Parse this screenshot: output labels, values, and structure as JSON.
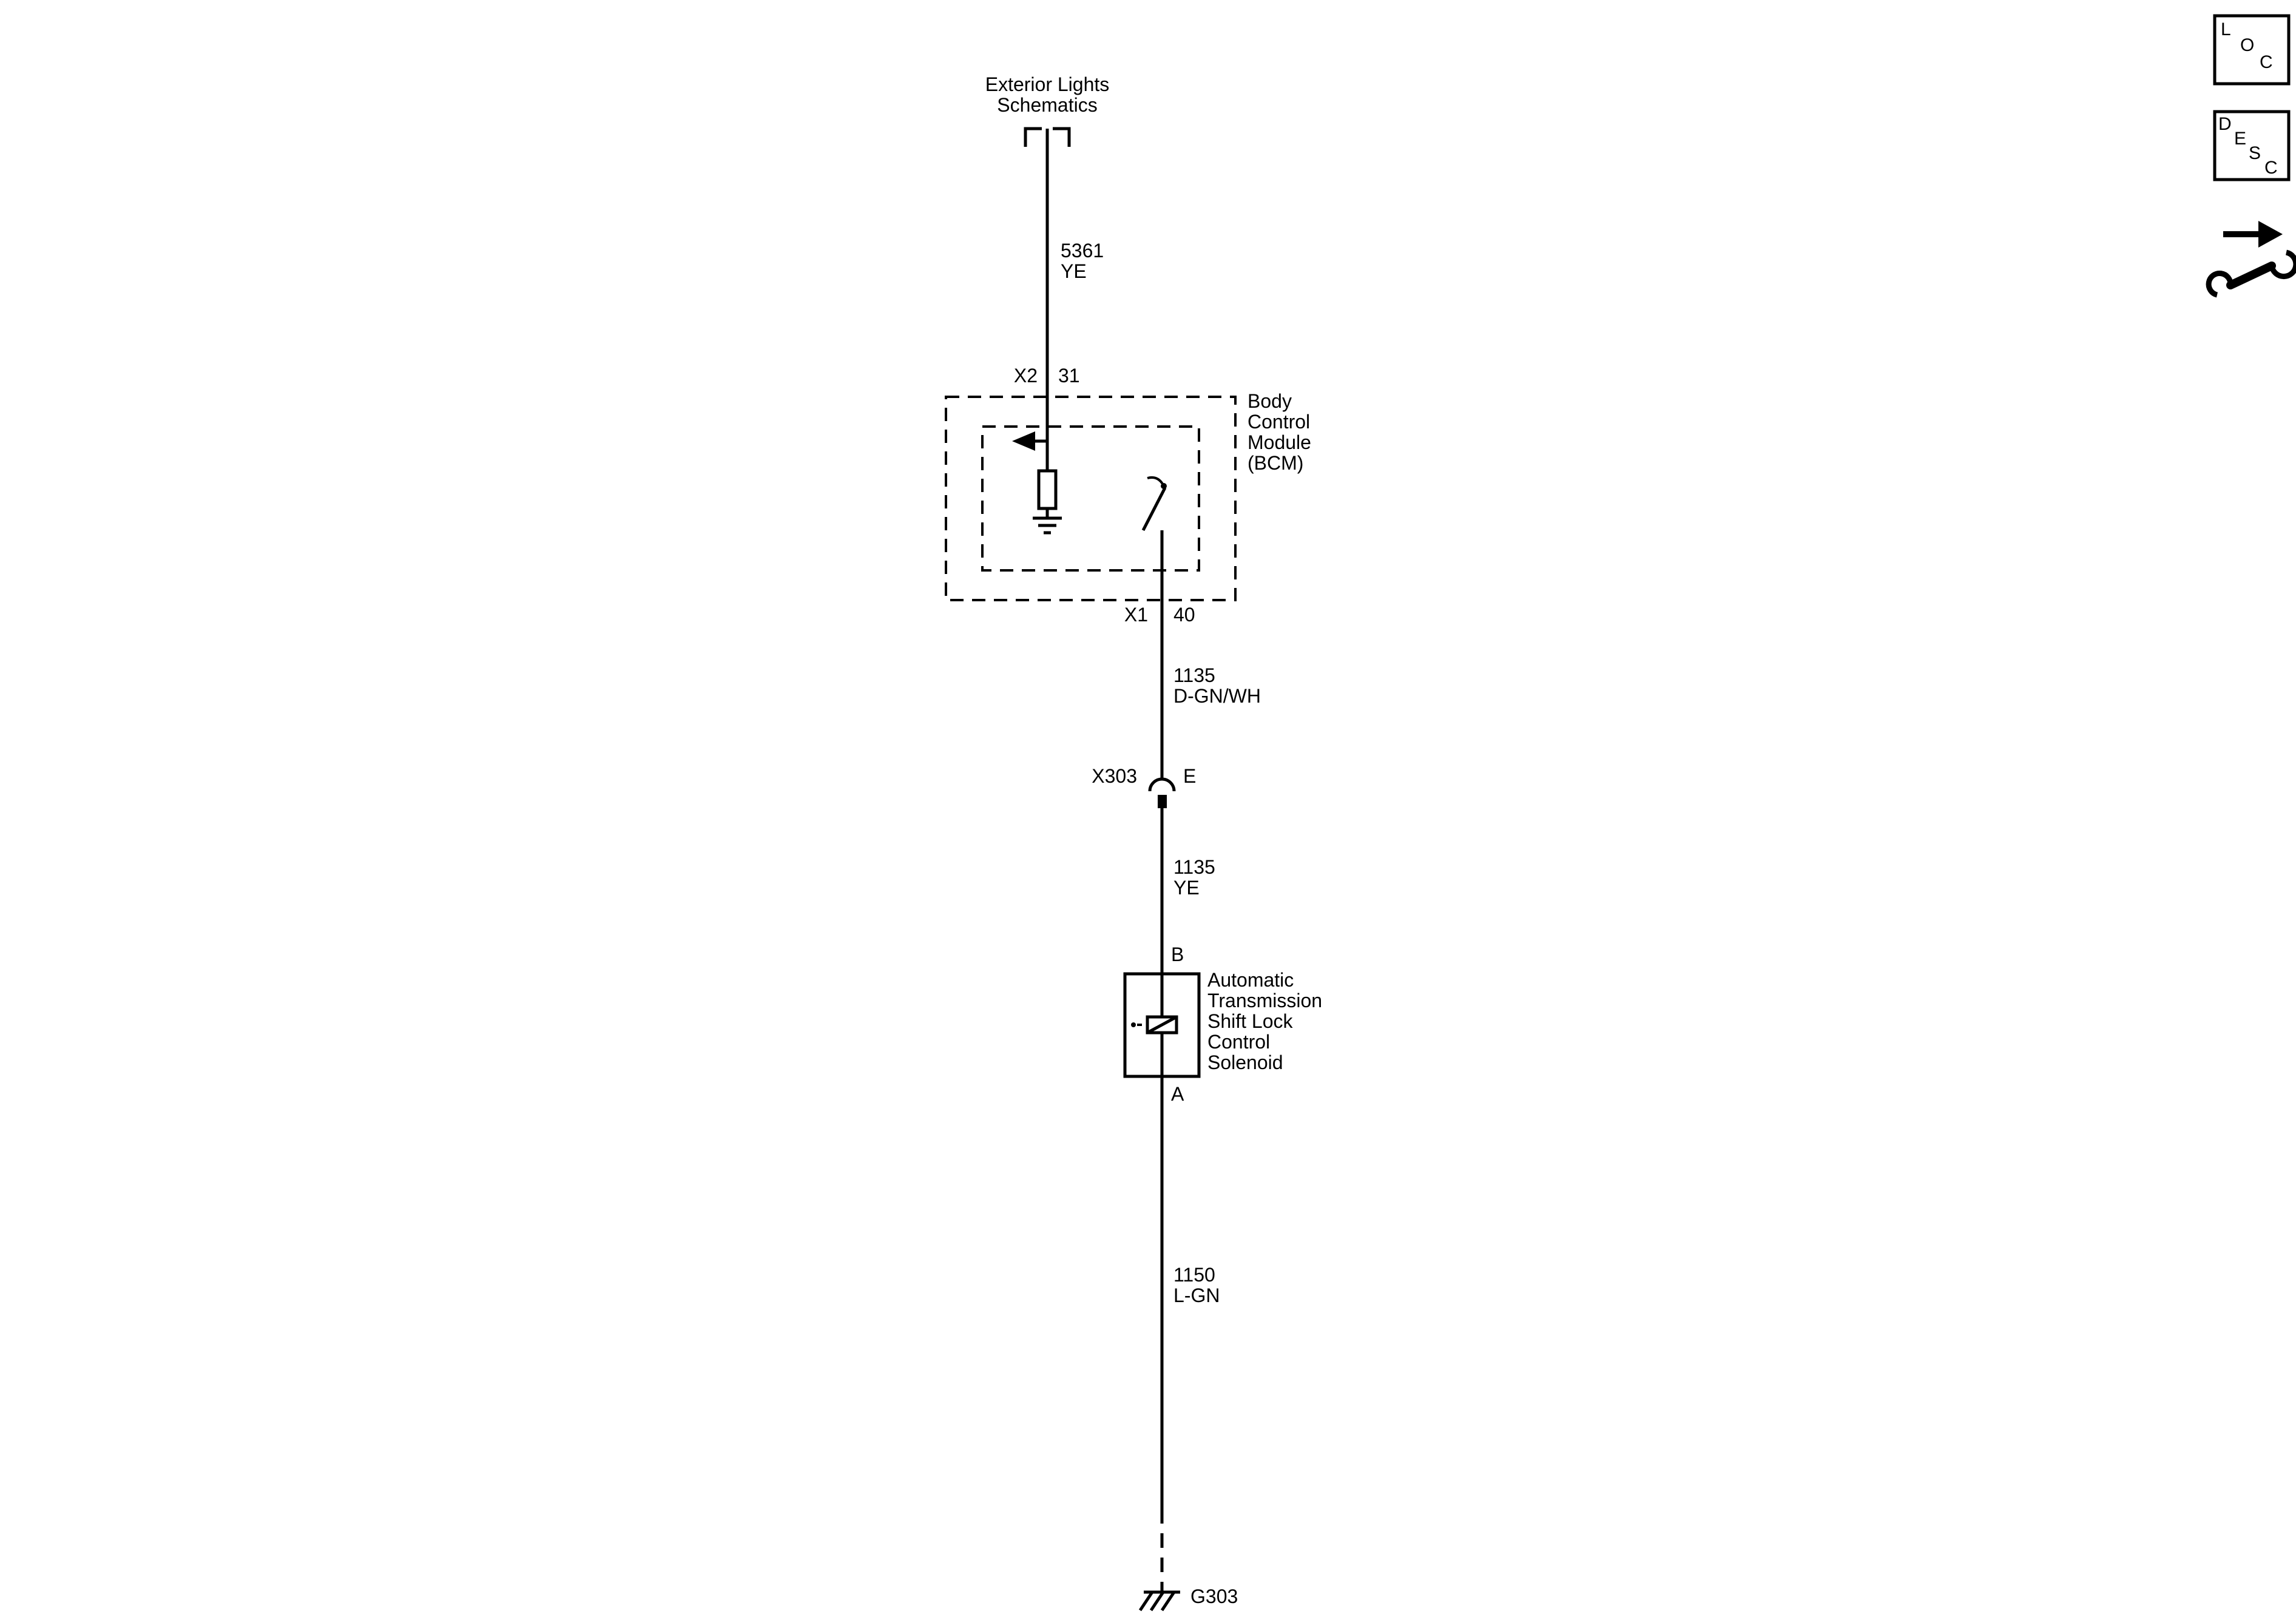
{
  "page": {
    "reference": {
      "line1": "Exterior Lights",
      "line2": "Schematics"
    },
    "wire_5361": {
      "circuit": "5361",
      "color": "YE"
    },
    "bcm": {
      "connector_top": "X2",
      "pin_top": "31",
      "name": [
        "Body",
        "Control",
        "Module",
        "(BCM)"
      ],
      "connector_bottom": "X1",
      "pin_bottom": "40"
    },
    "wire_1135_top": {
      "circuit": "1135",
      "color": "D-GN/WH"
    },
    "connector_x303": {
      "name": "X303",
      "pin": "E"
    },
    "wire_1135_bottom": {
      "circuit": "1135",
      "color": "YE"
    },
    "solenoid": {
      "pin_top": "B",
      "pin_bottom": "A",
      "name": [
        "Automatic",
        "Transmission",
        "Shift Lock",
        "Control",
        "Solenoid"
      ]
    },
    "wire_1150": {
      "circuit": "1150",
      "color": "L-GN"
    },
    "ground": {
      "name": "G303"
    },
    "corner": {
      "loc": [
        "L",
        "O",
        "C"
      ],
      "desc": [
        "D",
        "E",
        "S",
        "C"
      ]
    }
  }
}
